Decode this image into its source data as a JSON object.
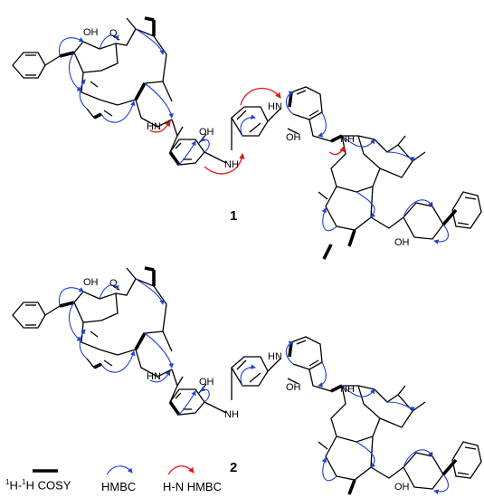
{
  "compound_labels": {
    "c1": "1",
    "c2": "2"
  },
  "atom_labels": {
    "oh": "OH",
    "o": "O",
    "hn": "HN",
    "nh": "NH"
  },
  "legend": {
    "cosy_prefix": "1",
    "cosy_mid": "H-",
    "cosy_sup": "1",
    "cosy_suffix": "H COSY",
    "hmbc": "HMBC",
    "hn_hmbc": "H-N HMBC"
  },
  "colors": {
    "hmbc": "#1f3fd6",
    "hn_hmbc": "#e11a1a",
    "cosy": "#000000"
  }
}
